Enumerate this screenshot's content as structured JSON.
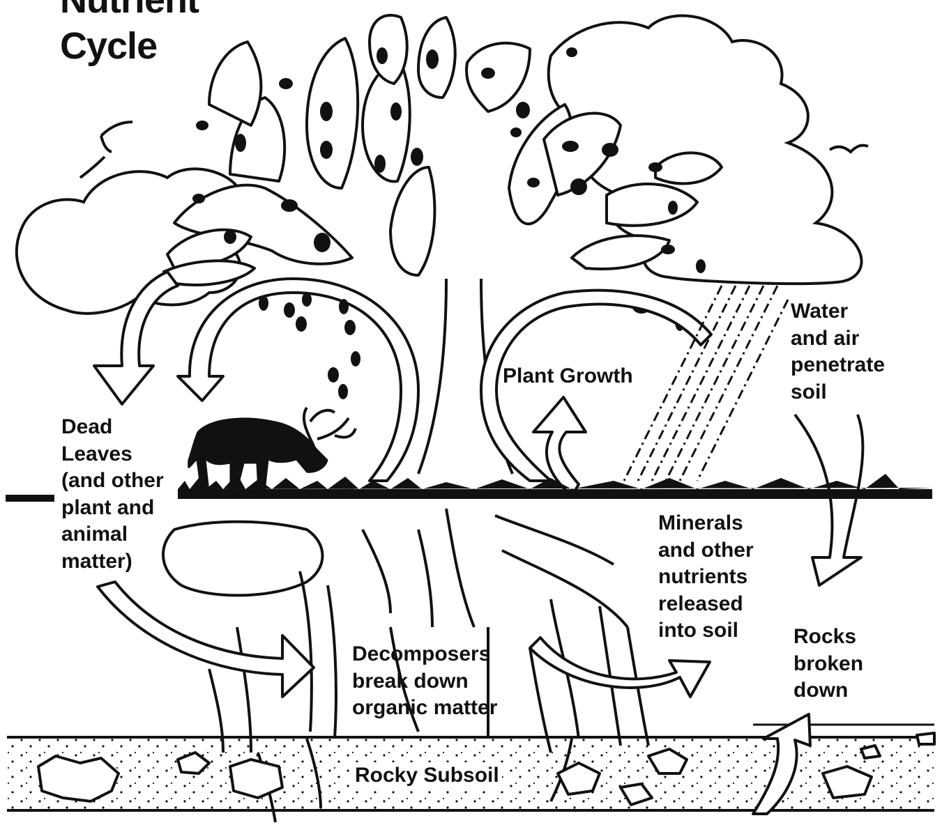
{
  "title": {
    "line1": "Nutrient",
    "line2": "Cycle"
  },
  "labels": {
    "dead_leaves": [
      "Dead",
      "Leaves",
      "(and other",
      "plant and",
      "animal",
      "matter)"
    ],
    "plant_growth": "Plant Growth",
    "water_air": [
      "Water",
      "and air",
      "penetrate",
      "soil"
    ],
    "minerals": [
      "Minerals",
      "and other",
      "nutrients",
      "released",
      "into soil"
    ],
    "decomposers": [
      "Decomposers",
      "break down",
      "organic matter"
    ],
    "rocks": [
      "Rocks",
      "broken",
      "down"
    ],
    "rocky_subsoil": "Rocky Subsoil"
  },
  "colors": {
    "ink": "#111111",
    "paper": "#ffffff"
  }
}
